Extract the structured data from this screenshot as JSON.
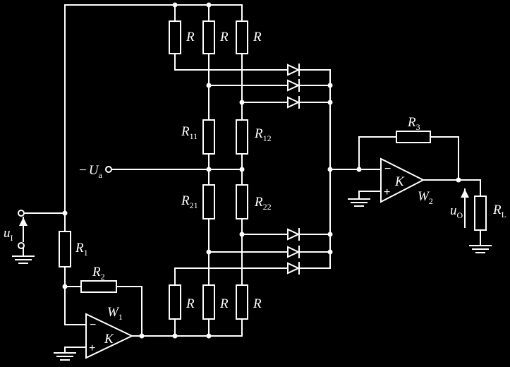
{
  "labels": {
    "r_top1": "R",
    "r_top2": "R",
    "r_top3": "R",
    "r_bot1": "R",
    "r_bot2": "R",
    "r_bot3": "R",
    "r11": {
      "main": "R",
      "sub": "11"
    },
    "r12": {
      "main": "R",
      "sub": "12"
    },
    "r21": {
      "main": "R",
      "sub": "21"
    },
    "r22": {
      "main": "R",
      "sub": "22"
    },
    "r1": {
      "main": "R",
      "sub": "1"
    },
    "r2": {
      "main": "R",
      "sub": "2"
    },
    "r3": {
      "main": "R",
      "sub": "3"
    },
    "rl": {
      "main": "R",
      "sub": "L"
    },
    "ua": {
      "prefix": "−",
      "main": "U",
      "sub": "a"
    },
    "ui": {
      "main": "u",
      "sub": "I"
    },
    "uo": {
      "main": "u",
      "sub": "O"
    },
    "w1": {
      "main": "W",
      "sub": "1"
    },
    "w2": {
      "main": "W",
      "sub": "2"
    },
    "k1": "K",
    "k2": "K",
    "minus1": "−",
    "plus1": "+",
    "minus2": "−",
    "plus2": "+"
  },
  "colors": {
    "background": "#000000",
    "ink": "#ffffff"
  }
}
